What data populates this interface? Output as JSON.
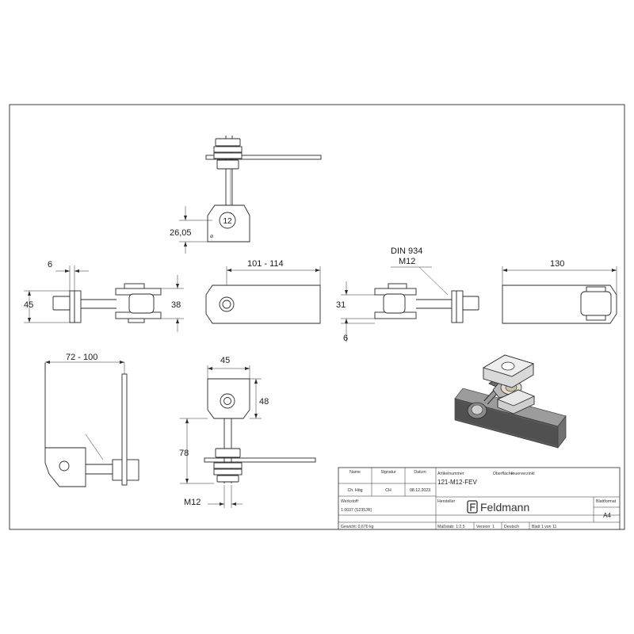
{
  "drawing": {
    "dimensions": {
      "eye_offset": "26,05",
      "eye_bolt_label": "12",
      "side_plate_thickness": "6",
      "side_height": "45",
      "side_width": "38",
      "plate_length": "101 - 114",
      "din": "DIN 934",
      "nut_size": "M12",
      "pivot_height": "31",
      "pivot_offset": "6",
      "total_length": "130",
      "adjust_range": "72 - 100",
      "plate_width": "45",
      "plate_height": "48",
      "bolt_length": "78",
      "thread": "M12"
    }
  },
  "title_block": {
    "headers": {
      "name": "Name",
      "signature": "Signatur",
      "date": "Datum",
      "article_no": "Artikelnummer",
      "surface": "Oberfläche:",
      "material": "Werkstoff:",
      "manufacturer": "Hersteller",
      "paper_format": "Blattformat"
    },
    "values": {
      "name": "Ch. Hög",
      "signature": "CH",
      "date": "08.12.2023",
      "article_no": "121-M12-FEV",
      "surface": "feuerverzinkt",
      "material": "1.0037 (S235JR)",
      "weight": "Gewicht: 0,670 kg",
      "scale": "Maßstab: 1:2,5",
      "version": "Version: 1",
      "language": "Deutsch",
      "sheet": "Blatt 1 von 11",
      "format": "A4"
    },
    "brand": "Feldmann"
  }
}
